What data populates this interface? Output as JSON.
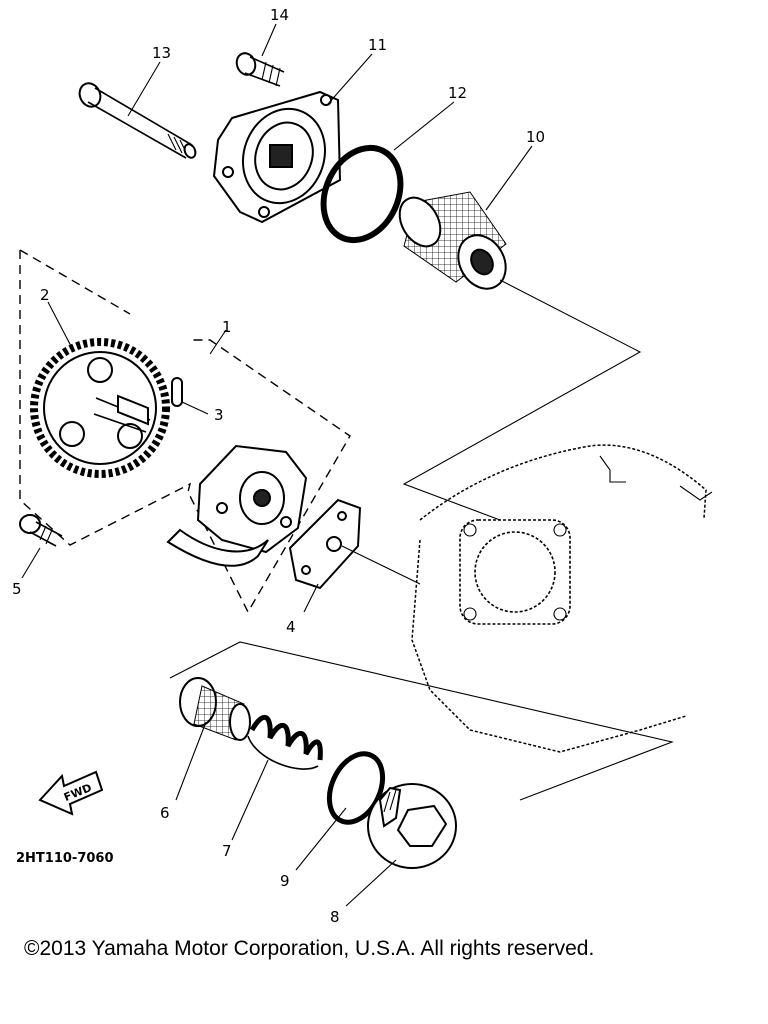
{
  "diagram": {
    "callouts": [
      "1",
      "2",
      "3",
      "4",
      "5",
      "6",
      "7",
      "8",
      "9",
      "10",
      "11",
      "12",
      "13",
      "14"
    ],
    "diagram_code": "2HT110-7060",
    "fwd_label": "FWD",
    "copyright": "©2013 Yamaha Motor Corporation, U.S.A. All rights reserved."
  }
}
